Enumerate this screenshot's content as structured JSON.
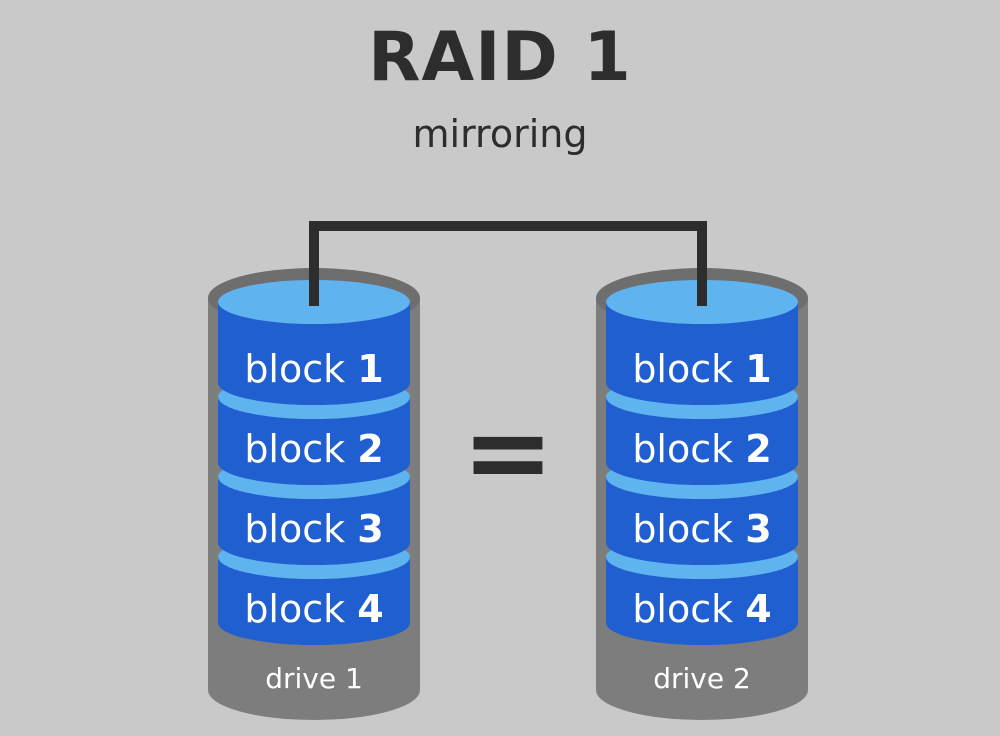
{
  "title": "RAID 1",
  "subtitle": "mirroring",
  "equals_sign": "=",
  "drives": [
    {
      "label": "drive 1",
      "blocks": [
        {
          "word": "block",
          "num": "1"
        },
        {
          "word": "block",
          "num": "2"
        },
        {
          "word": "block",
          "num": "3"
        },
        {
          "word": "block",
          "num": "4"
        }
      ]
    },
    {
      "label": "drive 2",
      "blocks": [
        {
          "word": "block",
          "num": "1"
        },
        {
          "word": "block",
          "num": "2"
        },
        {
          "word": "block",
          "num": "3"
        },
        {
          "word": "block",
          "num": "4"
        }
      ]
    }
  ],
  "colors": {
    "background": "#c9c9c9",
    "drive_body": "#7d7d7d",
    "block_dark": "#1f5fcf",
    "block_light": "#5fb3ef",
    "connector": "#2d2d2d",
    "text_dark": "#2d2d2d"
  }
}
